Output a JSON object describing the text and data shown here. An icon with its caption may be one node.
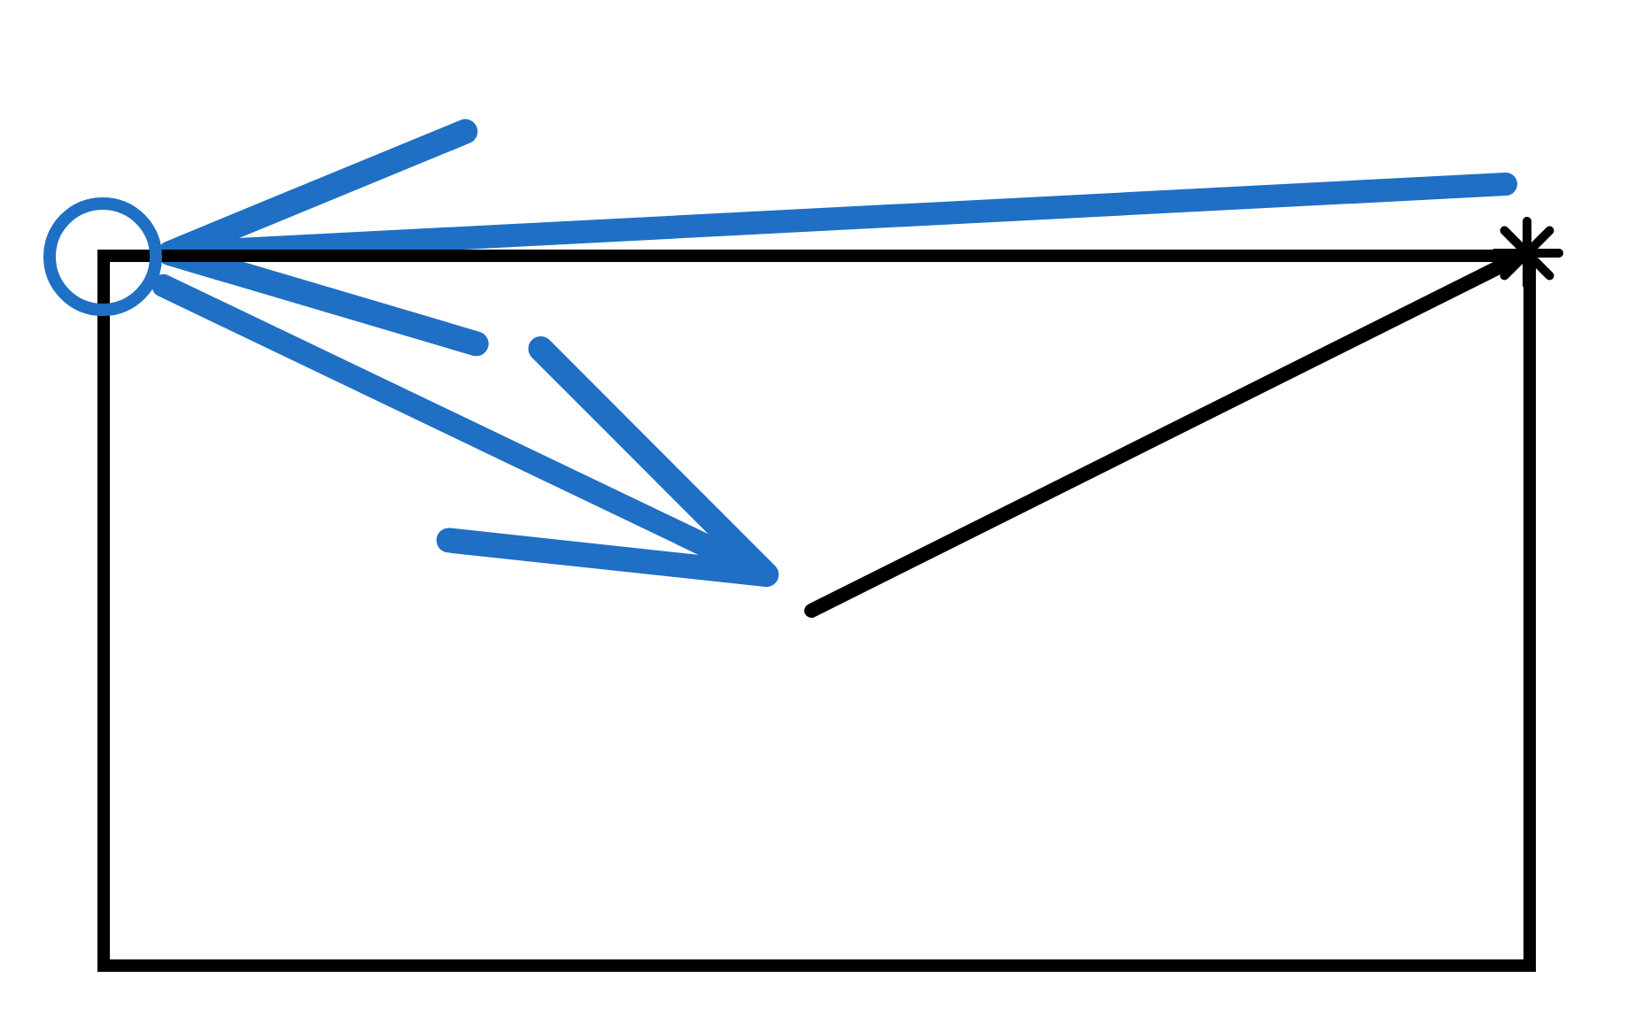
{
  "diagram": {
    "nodes": [
      {
        "text": [],
        "shape": "box"
      },
      {
        "text": [],
        "shape": "circle"
      }
    ],
    "edges": [
      {
        "from": null,
        "to": 1,
        "arrow": "to"
      },
      {
        "from": 1,
        "to": 0,
        "arrow": "to"
      }
    ]
  }
}
